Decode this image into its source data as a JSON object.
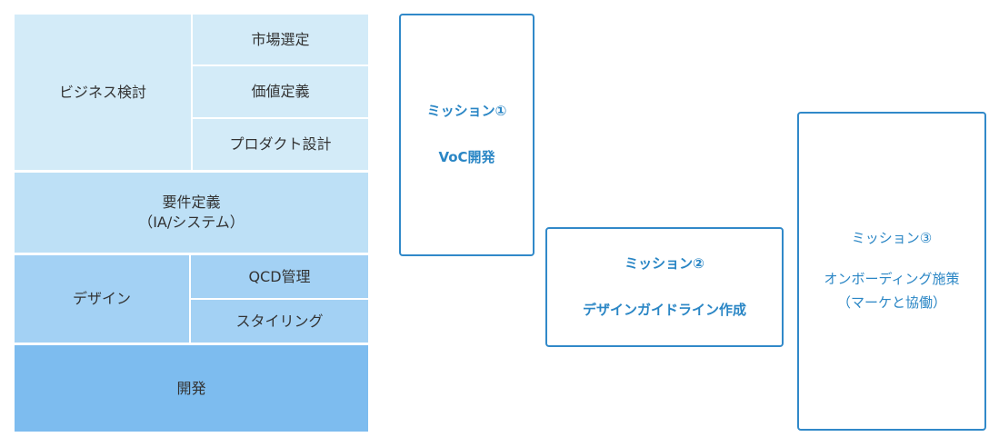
{
  "process_stack": {
    "business": {
      "label": "ビジネス検討",
      "items": [
        "市場選定",
        "価値定義",
        "プロダクト設計"
      ]
    },
    "requirements": {
      "label": "要件定義\n（IA/システム）"
    },
    "design": {
      "label": "デザイン",
      "items": [
        "QCD管理",
        "スタイリング"
      ]
    },
    "development": {
      "label": "開発"
    }
  },
  "missions": [
    {
      "title": "ミッション①",
      "subtitle": "VoC開発"
    },
    {
      "title": "ミッション②",
      "subtitle": "デザインガイドライン作成"
    },
    {
      "title": "ミッション③",
      "subtitle": "オンボーディング施策\n（マーケと協働）"
    }
  ],
  "colors": {
    "tier1": "#d3ebf8",
    "tier2": "#bde0f6",
    "tier3": "#a3d1f4",
    "tier4": "#7dbcef",
    "mission_border": "#3189c9",
    "mission_text": "#2a86c5"
  }
}
